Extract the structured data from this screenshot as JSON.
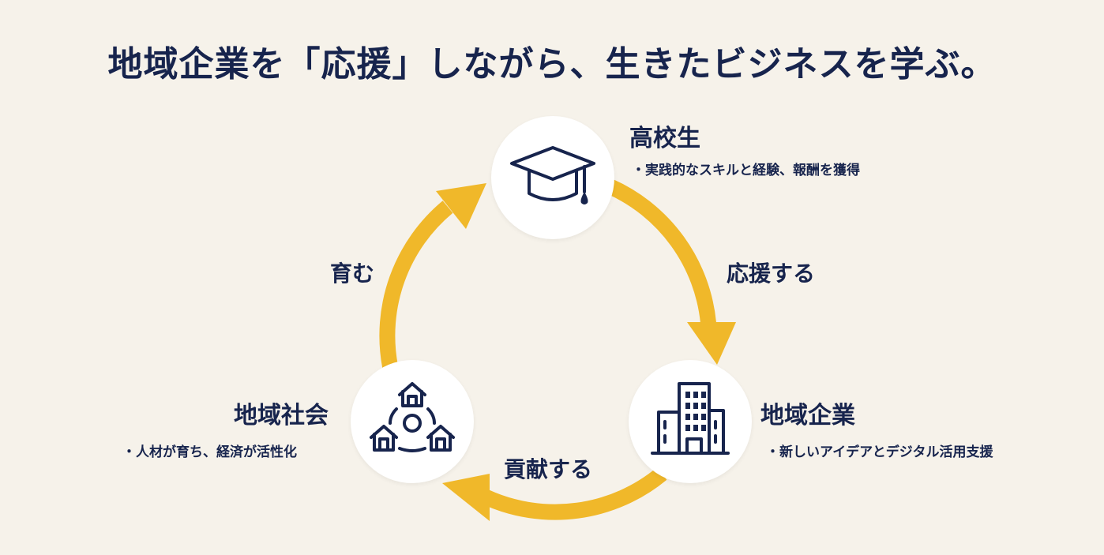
{
  "title": "地域企業を「応援」しながら、生きたビジネスを学ぶ。",
  "nodes": {
    "student": {
      "label": "高校生",
      "description": "・実践的なスキルと経験、報酬を獲得",
      "icon": "graduation-cap-icon"
    },
    "company": {
      "label": "地域企業",
      "description": "・新しいアイデアとデジタル活用支援",
      "icon": "office-building-icon"
    },
    "community": {
      "label": "地域社会",
      "description": "・人材が育ち、経済が活性化",
      "icon": "community-houses-icon"
    }
  },
  "edges": {
    "student_to_company": "応援する",
    "company_to_community": "貢献する",
    "community_to_student": "育む"
  },
  "colors": {
    "background": "#f6f2ea",
    "text": "#17244d",
    "arrow": "#f0b82a",
    "node_fill": "#ffffff"
  }
}
